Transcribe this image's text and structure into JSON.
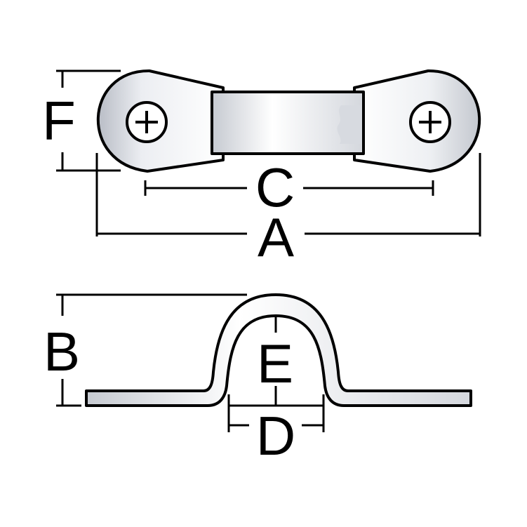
{
  "diagram": {
    "labels": {
      "a": "A",
      "b": "B",
      "c": "C",
      "d": "D",
      "e": "E",
      "f": "F"
    },
    "icons": [
      "phillips-screw-icon",
      "phillips-screw-icon"
    ],
    "colors": {
      "line": "#000000",
      "fill": "#ffffff",
      "metal_shade": "#c9ccd4"
    }
  }
}
